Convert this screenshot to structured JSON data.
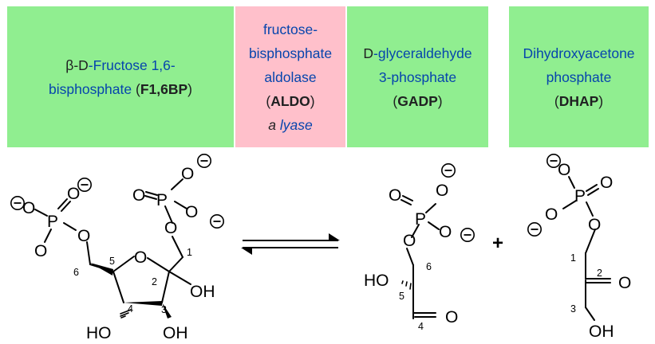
{
  "cells": {
    "f16bp": {
      "prefix": "β-",
      "sc_d": "D",
      "name": "-Fructose 1,6-",
      "line2": "bisphosphate",
      "open": " (",
      "abbr": "F1,6BP",
      "close": ")"
    },
    "aldo": {
      "l1": "fructose-",
      "l2": "bisphosphate",
      "l3": "aldolase",
      "open": "(",
      "abbr": "ALDO",
      "close": ")",
      "a": "a",
      "lyase": "lyase"
    },
    "gadp": {
      "sc_d": "D",
      "l1": "-glyceraldehyde",
      "l2": "3-phosphate",
      "open": "(",
      "abbr": "GADP",
      "close": ")"
    },
    "dhap": {
      "l1": "Dihydroxyacetone",
      "l2": "phosphate",
      "open": "(",
      "abbr": "DHAP",
      "close": ")"
    }
  },
  "atoms": {
    "O": "O",
    "P": "P",
    "OH": "OH",
    "HO": "HO",
    "minus": "−",
    "plus": "+"
  },
  "fructose_numbers": {
    "c1": "1",
    "c2": "2",
    "c3": "3",
    "c4": "4",
    "c5": "5",
    "c6": "6"
  },
  "gadp_numbers": {
    "c4": "4",
    "c5": "5",
    "c6": "6"
  },
  "dhap_numbers": {
    "c1": "1",
    "c2": "2",
    "c3": "3"
  },
  "colors": {
    "green": "#90ee90",
    "pink": "#ffc0cb",
    "link": "#0645ad"
  }
}
